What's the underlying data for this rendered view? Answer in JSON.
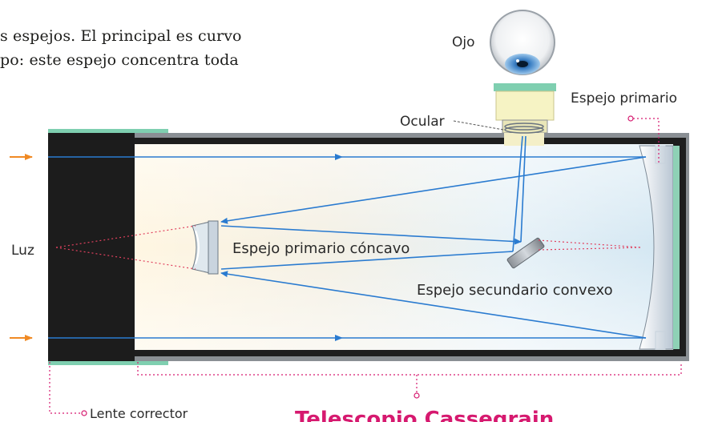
{
  "intro": {
    "line1": "s espejos. El principal es curvo",
    "line2": "po: este espejo concentra toda"
  },
  "labels": {
    "eye": "Ojo",
    "eyepiece": "Ocular",
    "primary_mirror": "Espejo primario",
    "light": "Luz",
    "concave_primary": "Espejo primario cóncavo",
    "convex_secondary": "Espejo secundario convexo",
    "corrector_lens": "Lente corrector"
  },
  "title": "Telescopio Cassegrain",
  "colors": {
    "title": "#d6196f",
    "light_arrow": "#f08a24",
    "ray": "#2a7bd0",
    "dotted_ray": "#e0405e",
    "leader": "#d6196f",
    "tube": "#1e1e1e",
    "corrector_cap": "#7fcfb0"
  }
}
